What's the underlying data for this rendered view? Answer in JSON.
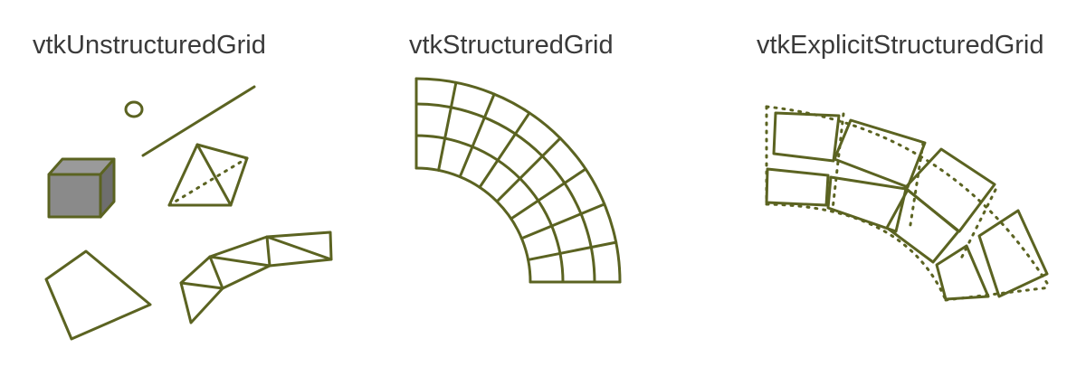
{
  "panels": [
    {
      "title": "vtkUnstructuredGrid"
    },
    {
      "title": "vtkStructuredGrid"
    },
    {
      "title": "vtkExplicitStructuredGrid"
    }
  ],
  "colors": {
    "stroke": "#5b6321",
    "cube_fill": "#8a8a8a",
    "cube_top": "#9a9a9a",
    "cube_side": "#6e6e6e",
    "title_text": "#3a3a3a"
  }
}
